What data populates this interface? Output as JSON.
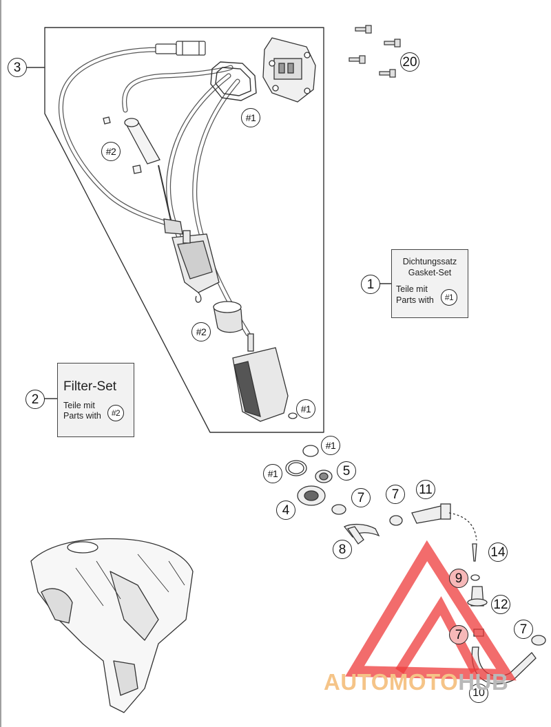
{
  "callouts": {
    "c1": "1",
    "c2": "2",
    "c3": "3",
    "c4": "4",
    "c5": "5",
    "c7a": "7",
    "c7b": "7",
    "c7c": "7",
    "c7d": "7",
    "c8": "8",
    "c9": "9",
    "c10": "10",
    "c11": "11",
    "c12": "12",
    "c14": "14",
    "c20": "20",
    "r1a": "#1",
    "r1b": "#1",
    "r1c": "#1",
    "r1d": "#1",
    "r2a": "#2",
    "r2b": "#2"
  },
  "gasket_box": {
    "line1": "Dichtungssatz",
    "line2": "Gasket-Set",
    "line3": "Teile mit",
    "line4": "Parts with",
    "ref": "#1"
  },
  "filter_box": {
    "title": "Filter-Set",
    "line1": "Teile mit",
    "line2": "Parts with",
    "ref": "#2"
  },
  "watermark": {
    "part1": "AUTOMOTO",
    "part2": "HUB",
    "color1": "#f5c488",
    "color2": "#b9b9b9",
    "logo_color": "#ee3b3b"
  }
}
